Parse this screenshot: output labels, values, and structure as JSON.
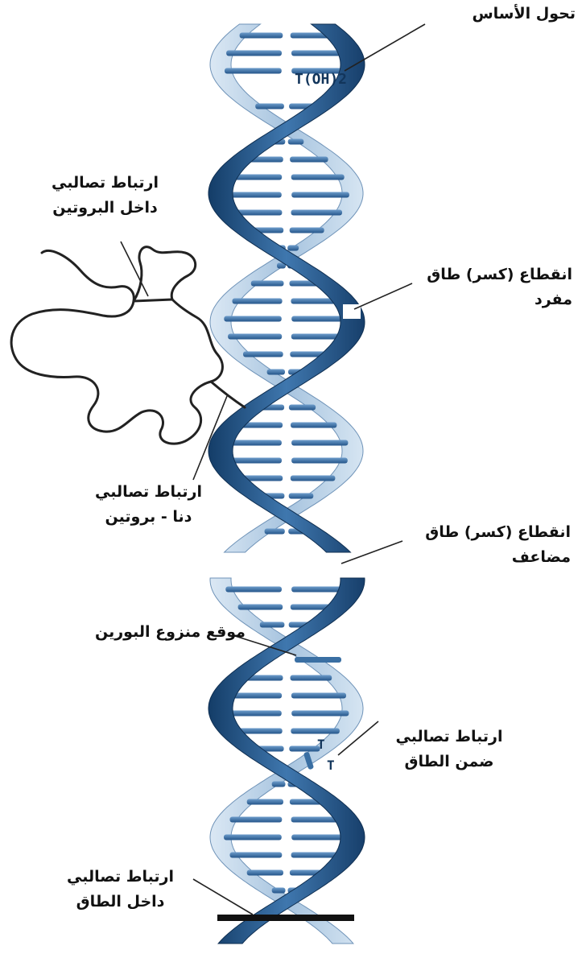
{
  "labels": {
    "base_modification": "تحول الأساس",
    "intra_protein_crosslink": [
      "ارتباط تصالبي",
      "داخل البروتين"
    ],
    "single_strand_break": [
      "انقطاع (كسر) طاق",
      "مفرد"
    ],
    "dna_protein_crosslink": [
      "ارتباط تصالبي",
      "دنا - بروتين"
    ],
    "double_strand_break": [
      "انقطاع (كسر) طاق",
      "مضاعف"
    ],
    "apurinic_site": "موقع منزوع البورين",
    "intrastrand_crosslink": [
      "ارتباط تصالبي",
      "ضمن الطاق"
    ],
    "interstrand_crosslink": [
      "ارتباط تصالبي",
      "داخل الطاق"
    ]
  },
  "base_marker": "T(OH)2",
  "dimer_marker": "T",
  "colors": {
    "strand_dark": "#1f4f82",
    "strand_light": "#b3cde5",
    "rung": "#3a6fa3",
    "line": "#222222"
  }
}
